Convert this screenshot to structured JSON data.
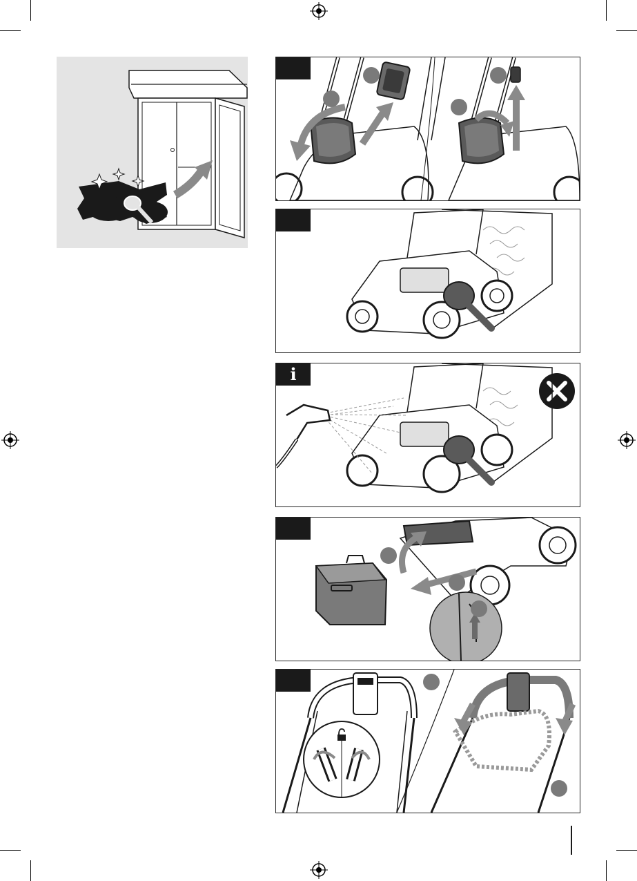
{
  "page": {
    "info_symbol": "i",
    "colors": {
      "ink": "#1a1a1a",
      "panel_bg": "#ffffff",
      "storage_bg": "#e4e4e4",
      "arrow_gray": "#8a8a8a",
      "dotted_gray": "#9a9a9a"
    }
  },
  "panels": [
    {
      "id": "storage",
      "icon": "cabinet-storage-illustration"
    },
    {
      "id": "battery-removal",
      "icon": "battery-and-key-removal-illustration"
    },
    {
      "id": "brush-cleaning",
      "icon": "brush-cleaning-illustration"
    },
    {
      "id": "no-water-warning",
      "icon": "hose-prohibited-illustration",
      "badge": "info"
    },
    {
      "id": "grass-bag-removal",
      "icon": "grass-bag-removal-illustration"
    },
    {
      "id": "handle-folding",
      "icon": "handle-fold-illustration"
    }
  ]
}
